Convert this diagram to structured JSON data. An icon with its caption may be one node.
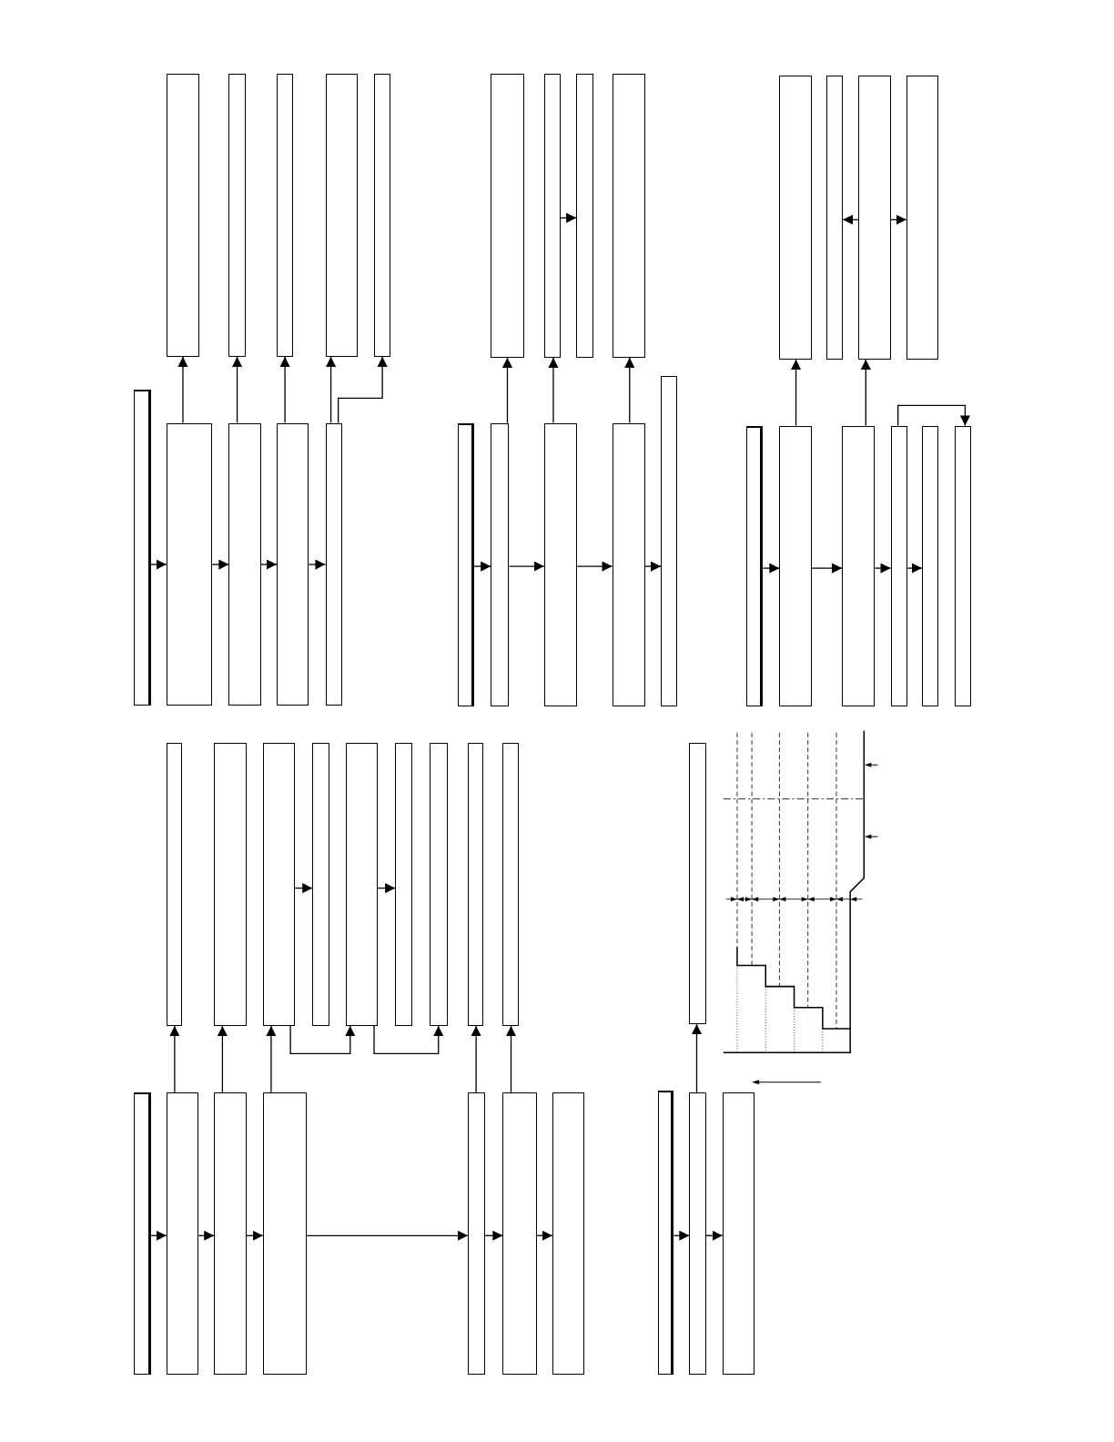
{
  "diagram": {
    "nodes": [
      {
        "text": [],
        "shape": "box"
      },
      {
        "text": [],
        "shape": "box"
      },
      {
        "text": [],
        "shape": "box"
      },
      {
        "text": [],
        "shape": "box"
      },
      {
        "text": [],
        "shape": "box"
      },
      {
        "text": [],
        "shape": "box"
      },
      {
        "text": [],
        "shape": "box"
      },
      {
        "text": [],
        "shape": "box"
      },
      {
        "text": [],
        "shape": "box"
      },
      {
        "text": [],
        "shape": "box"
      },
      {
        "text": [],
        "shape": "box"
      },
      {
        "text": [],
        "shape": "box"
      },
      {
        "text": [],
        "shape": "box"
      },
      {
        "text": [],
        "shape": "box"
      },
      {
        "text": [],
        "shape": "box"
      },
      {
        "text": [],
        "shape": "box"
      },
      {
        "text": [],
        "shape": "box"
      },
      {
        "text": [],
        "shape": "box"
      },
      {
        "text": [],
        "shape": "box"
      },
      {
        "text": [],
        "shape": "box"
      },
      {
        "text": [],
        "shape": "box"
      },
      {
        "text": [],
        "shape": "box"
      },
      {
        "text": [],
        "shape": "box"
      },
      {
        "text": [],
        "shape": "box"
      },
      {
        "text": [],
        "shape": "box"
      },
      {
        "text": [],
        "shape": "box"
      },
      {
        "text": [],
        "shape": "box"
      },
      {
        "text": [],
        "shape": "box"
      },
      {
        "text": [],
        "shape": "box"
      },
      {
        "text": [],
        "shape": "box"
      },
      {
        "text": [],
        "shape": "box"
      },
      {
        "text": [],
        "shape": "box"
      },
      {
        "text": [],
        "shape": "box"
      },
      {
        "text": [],
        "shape": "box"
      },
      {
        "text": [],
        "shape": "box"
      },
      {
        "text": [],
        "shape": "box"
      },
      {
        "text": [],
        "shape": "box"
      },
      {
        "text": [],
        "shape": "box"
      },
      {
        "text": [],
        "shape": "box"
      },
      {
        "text": [],
        "shape": "box"
      },
      {
        "text": [],
        "shape": "box"
      },
      {
        "text": [],
        "shape": "box"
      },
      {
        "text": [],
        "shape": "box"
      },
      {
        "text": [],
        "shape": "box"
      },
      {
        "text": [],
        "shape": "box"
      },
      {
        "text": [],
        "shape": "box"
      },
      {
        "text": [],
        "shape": "box"
      },
      {
        "text": [],
        "shape": "box"
      },
      {
        "text": [],
        "shape": "box"
      }
    ],
    "edges": [
      {
        "from": 5,
        "to": 6,
        "arrow": "to"
      },
      {
        "from": 6,
        "to": 7,
        "arrow": "to"
      },
      {
        "from": 7,
        "to": 8,
        "arrow": "to"
      },
      {
        "from": 8,
        "to": 9,
        "arrow": "to"
      },
      {
        "from": 6,
        "to": 0,
        "arrow": "to"
      },
      {
        "from": 7,
        "to": 1,
        "arrow": "to"
      },
      {
        "from": 8,
        "to": 2,
        "arrow": "to"
      },
      {
        "from": 9,
        "to": 3,
        "arrow": "to"
      },
      {
        "from": 9,
        "to": 4,
        "arrow": "to"
      },
      {
        "from": 14,
        "to": 15,
        "arrow": "to"
      },
      {
        "from": 15,
        "to": 16,
        "arrow": "to"
      },
      {
        "from": 16,
        "to": 17,
        "arrow": "to"
      },
      {
        "from": 17,
        "to": 18,
        "arrow": "to"
      },
      {
        "from": 15,
        "to": 10,
        "arrow": "to"
      },
      {
        "from": 16,
        "to": 11,
        "arrow": "to"
      },
      {
        "from": 17,
        "to": 13,
        "arrow": "to"
      },
      {
        "from": 11,
        "to": 12,
        "arrow": "to"
      },
      {
        "from": 23,
        "to": 24,
        "arrow": "to"
      },
      {
        "from": 24,
        "to": 25,
        "arrow": "to"
      },
      {
        "from": 25,
        "to": 26,
        "arrow": "to"
      },
      {
        "from": 26,
        "to": 27,
        "arrow": "to"
      },
      {
        "from": 24,
        "to": 19,
        "arrow": "to"
      },
      {
        "from": 25,
        "to": 21,
        "arrow": "to"
      },
      {
        "from": 26,
        "to": 28,
        "arrow": "to"
      },
      {
        "from": 21,
        "to": 20,
        "arrow": "to"
      },
      {
        "from": 21,
        "to": 22,
        "arrow": "to"
      },
      {
        "from": 38,
        "to": 39,
        "arrow": "to"
      },
      {
        "from": 39,
        "to": 40,
        "arrow": "to"
      },
      {
        "from": 40,
        "to": 41,
        "arrow": "to"
      },
      {
        "from": 41,
        "to": 42,
        "arrow": "to"
      },
      {
        "from": 42,
        "to": 43,
        "arrow": "to"
      },
      {
        "from": 43,
        "to": 44,
        "arrow": "to"
      },
      {
        "from": 39,
        "to": 29,
        "arrow": "to"
      },
      {
        "from": 40,
        "to": 30,
        "arrow": "to"
      },
      {
        "from": 41,
        "to": 31,
        "arrow": "to"
      },
      {
        "from": 42,
        "to": 36,
        "arrow": "to"
      },
      {
        "from": 43,
        "to": 37,
        "arrow": "to"
      },
      {
        "from": 31,
        "to": 32,
        "arrow": "to"
      },
      {
        "from": 33,
        "to": 34,
        "arrow": "to"
      },
      {
        "from": 31,
        "to": 33,
        "arrow": "to"
      },
      {
        "from": 33,
        "to": 35,
        "arrow": "to"
      },
      {
        "from": 46,
        "to": 47,
        "arrow": "to"
      },
      {
        "from": 47,
        "to": 48,
        "arrow": "to"
      },
      {
        "from": 47,
        "to": 45,
        "arrow": "to"
      }
    ]
  }
}
